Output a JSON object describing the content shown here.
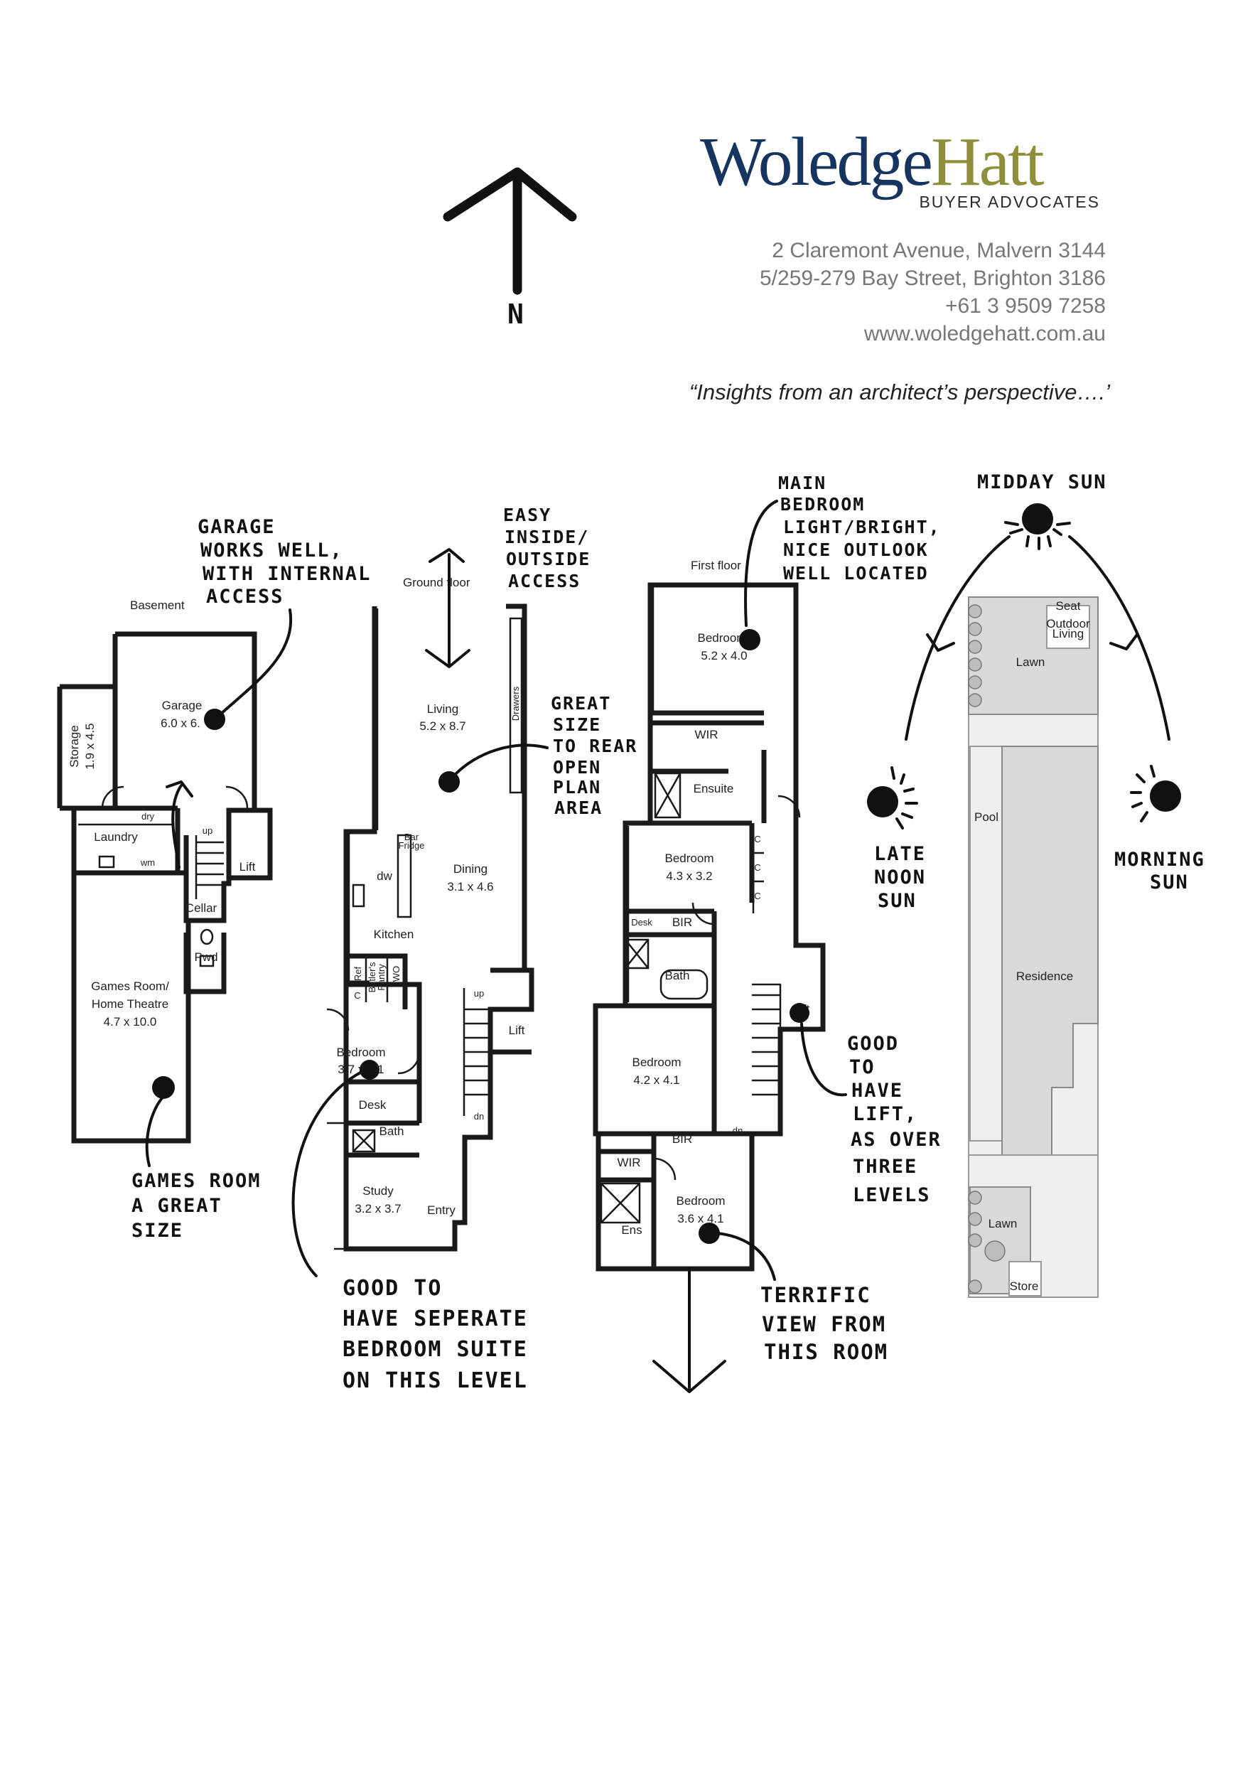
{
  "brand": {
    "logo_part1": "Woledge",
    "logo_part2": "Hatt",
    "logo_sub": "BUYER ADVOCATES",
    "address_lines": [
      "2 Claremont Avenue, Malvern 3144",
      "5/259-279 Bay Street, Brighton 3186",
      "+61 3 9509 7258",
      "www.woledgehatt.com.au"
    ],
    "tagline": "“Insights from an architect’s perspective….’",
    "colors": {
      "navy": "#15345f",
      "olive": "#8e8f3b"
    }
  },
  "compass": {
    "label": "N"
  },
  "floors": {
    "basement": {
      "title": "Basement",
      "rooms": {
        "storage_name": "Storage",
        "storage_size": "1.9 x 4.5",
        "garage_name": "Garage",
        "garage_size": "6.0 x 6.",
        "laundry": "Laundry",
        "dry": "dry",
        "wm": "wm",
        "up": "up",
        "lift": "Lift",
        "cellar": "Cellar",
        "pwd": "Pwd",
        "games_name1": "Games Room/",
        "games_name2": "Home Theatre",
        "games_size": "4.7 x 10.0"
      }
    },
    "ground": {
      "title": "Ground floor",
      "rooms": {
        "living_name": "Living",
        "living_size": "5.2  x 8.7",
        "drawers": "Drawers",
        "bar_fridge1": "Bar",
        "bar_fridge2": "Fridge",
        "dw": "dw",
        "dining_name": "Dining",
        "dining_size": "3.1 x 4.6",
        "kitchen": "Kitchen",
        "ref": "Ref",
        "c": "C",
        "butlers1": "Butler's",
        "butlers2": "Pantry",
        "wo": "WO",
        "up": "up",
        "lift": "Lift",
        "bedroom_name": "Bedroom",
        "bedroom_size": "3.7 x 4.1",
        "desk": "Desk",
        "bath": "Bath",
        "study_name": "Study",
        "study_size": "3.2 x 3.7",
        "entry": "Entry",
        "dn": "dn"
      }
    },
    "first": {
      "title": "First floor",
      "rooms": {
        "main_bed_name": "Bedroom",
        "main_bed_size": "5.2 x 4.0",
        "wir": "WIR",
        "ensuite": "Ensuite",
        "bed2_name": "Bedroom",
        "bed2_size": "4.3 x 3.2",
        "c1": "C",
        "c2": "C",
        "c3": "C",
        "desk": "Desk",
        "bir": "BIR",
        "bath": "Bath",
        "lift": "Lift",
        "bed3_name": "Bedroom",
        "bed3_size": "4.2 x 4.1",
        "bir2": "BIR",
        "dn": "dn",
        "wir2": "WIR",
        "bed4_name": "Bedroom",
        "bed4_size": "3.6 x 4.1",
        "ens": "Ens"
      }
    },
    "site": {
      "seat": "Seat",
      "outdoor1": "Outdoor",
      "outdoor2": "Living",
      "lawn_top": "Lawn",
      "pool": "Pool",
      "residence": "Residence",
      "lawn_bottom": "Lawn",
      "store": "Store"
    }
  },
  "notes": {
    "garage": [
      "GARAGE",
      "WORKS WELL,",
      "WITH INTERNAL",
      "ACCESS"
    ],
    "inside_outside": [
      "EASY",
      "INSIDE/",
      "OUTSIDE",
      "ACCESS"
    ],
    "great_size": [
      "GREAT",
      "SIZE",
      "TO REAR",
      "OPEN",
      "PLAN",
      "AREA"
    ],
    "main_bedroom": [
      "MAIN",
      "BEDROOM",
      "LIGHT/BRIGHT,",
      "NICE OUTLOOK",
      "WELL LOCATED"
    ],
    "midday_sun": "MIDDAY SUN",
    "late_noon": [
      "LATE",
      "NOON",
      "SUN"
    ],
    "morning_sun": [
      "MORNING",
      "SUN"
    ],
    "lift": [
      "GOOD",
      "TO",
      "HAVE",
      "LIFT,",
      "AS OVER",
      "THREE",
      "LEVELS"
    ],
    "games_room": [
      "GAMES ROOM",
      "A GREAT",
      "SIZE"
    ],
    "bedroom_suite": [
      "GOOD TO",
      "HAVE SEPERATE",
      "BEDROOM SUITE",
      "ON THIS LEVEL"
    ],
    "view": [
      "TERRIFIC",
      "VIEW FROM",
      "THIS ROOM"
    ]
  }
}
